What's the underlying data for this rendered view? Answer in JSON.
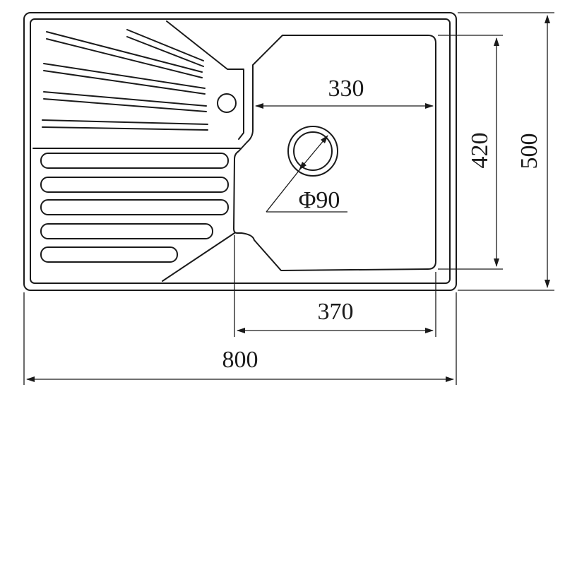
{
  "diagram": {
    "dimensions": {
      "overall_width": "800",
      "overall_height": "500",
      "bowl_inner_width": "330",
      "bowl_width": "370",
      "bowl_height": "420",
      "drain_diameter": "Φ90"
    },
    "colors": {
      "line": "#1a1a1a",
      "background": "#ffffff"
    }
  }
}
